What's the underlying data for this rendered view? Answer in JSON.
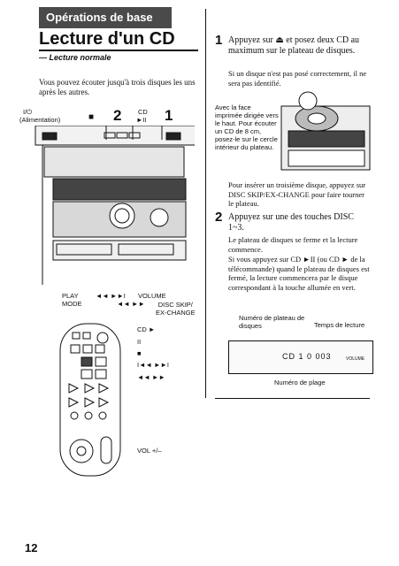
{
  "header": {
    "section": "Opérations de base",
    "title": "Lecture d'un CD",
    "subtitle": "— Lecture normale"
  },
  "intro": "Vous pouvez écouter jusqu'à trois disques les uns après les autres.",
  "labels_top": {
    "power_symbol": "I/⏻",
    "power": "(Alimentation)",
    "stop_symbol": "■",
    "num2": "2",
    "cd": "CD",
    "play_pause": "►II",
    "num1": "1"
  },
  "labels_bottom": {
    "play_mode": "PLAY\nMODE",
    "skip_symbols": "◄◄ ►►I",
    "search_symbols": "◄◄ ►►",
    "volume": "VOLUME",
    "disc_skip": "DISC SKIP/\nEX-CHANGE"
  },
  "remote_labels": {
    "cd_play": "CD ►",
    "pause": "II",
    "stop": "■",
    "skip": "I◄◄ ►►I",
    "search": "◄◄ ►►",
    "vol": "VOL +/–"
  },
  "step1": {
    "num": "1",
    "text": "Appuyez sur ⏏ et posez deux CD au maximum sur le plateau de disques.",
    "note": "Si un disque n'est pas posé correctement, il ne sera pas identifié."
  },
  "disc_caption": "Avec la face imprimée dirigée vers le haut. Pour écouter un CD de 8 cm, posez-le sur le cercle intérieur du plateau.",
  "third_disc": "Pour insérer un troisième disque, appuyez sur DISC SKIP/EX-CHANGE pour faire tourner le plateau.",
  "step2": {
    "num": "2",
    "text": "Appuyez sur une des touches DISC 1~3.",
    "note1": "Le plateau de disques se ferme et la lecture commence.",
    "note2": "Si vous appuyez sur CD ►II (ou CD ► de la télécommande) quand le plateau de disques est fermé, la lecture commencera par le disque correspondant à la touche allumée en vert."
  },
  "display": {
    "label_disc": "Numéro de plateau de disques",
    "label_time": "Temps de lecture",
    "label_track": "Numéro de plage",
    "readout": "CD 1  0  003",
    "volume": "VOLUME"
  },
  "page": "12"
}
